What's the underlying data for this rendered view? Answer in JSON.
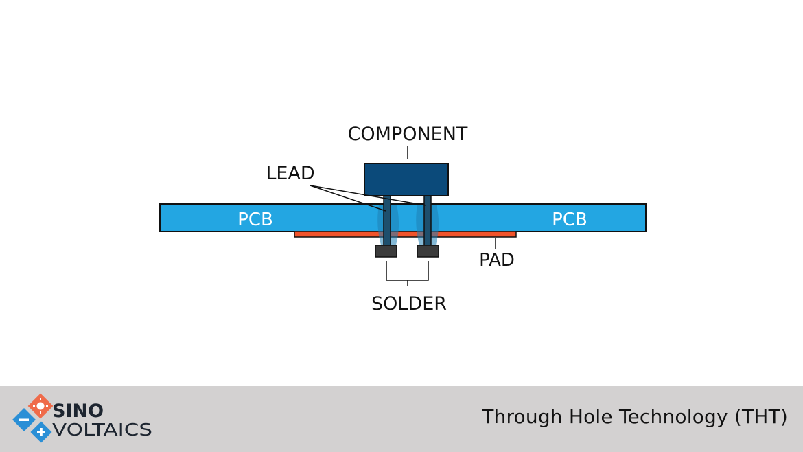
{
  "diagram": {
    "labels": {
      "component": "COMPONENT",
      "lead": "LEAD",
      "pcb_left": "PCB",
      "pcb_right": "PCB",
      "pad": "PAD",
      "solder": "SOLDER"
    },
    "colors": {
      "pcb": "#23a6e2",
      "component": "#0b4a7a",
      "lead": "#1e4f6d",
      "pad": "#f0532b",
      "solder": "#3b3b3b"
    }
  },
  "footer": {
    "logo": {
      "line1": "SINO",
      "line2": "VOLTAICS"
    },
    "caption": "Through Hole Technology (THT)"
  }
}
